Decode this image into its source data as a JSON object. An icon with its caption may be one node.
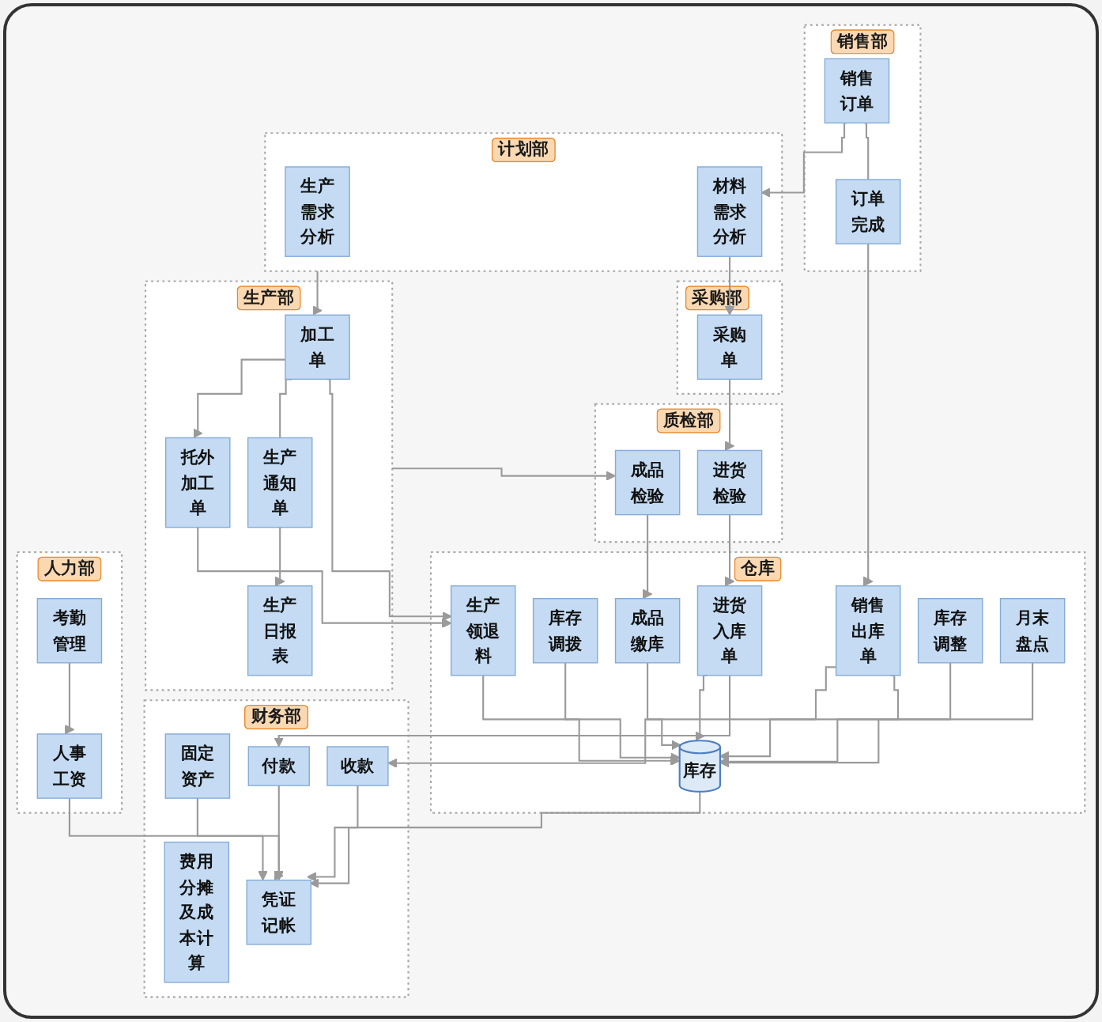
{
  "diagram": {
    "nodes": [
      {
        "text": [
          "销售部"
        ]
      },
      {
        "text": [
          "销售订单"
        ],
        "in": 0
      },
      {
        "text": [
          "订单完成"
        ],
        "in": 0
      },
      {
        "text": [
          "计划部"
        ]
      },
      {
        "text": [
          "材料需求分析"
        ],
        "in": 3
      },
      {
        "text": [
          "生产需求分析"
        ],
        "in": 3
      },
      {
        "text": [
          "采购部"
        ]
      },
      {
        "text": [
          "采购单"
        ],
        "in": 6
      },
      {
        "text": [
          "生产部"
        ]
      },
      {
        "text": [
          "加工单"
        ],
        "in": 8
      },
      {
        "text": [
          "生产通知单"
        ],
        "in": 8
      },
      {
        "text": [
          "托外加工单"
        ],
        "in": 8
      },
      {
        "text": [
          "生产日报表"
        ],
        "in": 8
      },
      {
        "text": [
          "质检部"
        ]
      },
      {
        "text": [
          "成品检验"
        ],
        "in": 13
      },
      {
        "text": [
          "进货检验"
        ],
        "in": 13
      },
      {
        "text": [
          "仓库"
        ]
      },
      {
        "text": [
          "库存调拨"
        ],
        "in": 16
      },
      {
        "text": [
          "生产领退料"
        ],
        "in": 16
      },
      {
        "text": [
          "成品缴库"
        ],
        "in": 16
      },
      {
        "text": [
          "销售出库单"
        ],
        "in": 16
      },
      {
        "text": [
          "库存"
        ],
        "in": 16
      },
      {
        "text": [
          "进货入库单"
        ],
        "in": 16
      },
      {
        "text": [
          "库存调整"
        ],
        "in": 16
      },
      {
        "text": [
          "月末盘点"
        ],
        "in": 16
      },
      {
        "text": [
          "财务部"
        ]
      },
      {
        "text": [
          "费用分摊及成本计算"
        ],
        "in": 25
      },
      {
        "text": [
          "固定资产"
        ],
        "in": 25
      },
      {
        "text": [
          "收款"
        ],
        "in": 25
      },
      {
        "text": [
          "凭证记帐"
        ],
        "in": 25
      },
      {
        "text": [
          "付款"
        ],
        "in": 25
      },
      {
        "text": [
          "人力部"
        ]
      },
      {
        "text": [
          "考勤管理"
        ],
        "in": 31
      },
      {
        "text": [
          "人事工资"
        ],
        "in": 31
      }
    ],
    "edges": [
      {
        "from": 1,
        "to": 4,
        "arrow": "to"
      },
      {
        "from": 1,
        "to": 2,
        "arrow": "none"
      },
      {
        "from": 2,
        "to": 20,
        "arrow": "to"
      },
      {
        "from": 4,
        "to": 7,
        "arrow": "to"
      },
      {
        "from": 3,
        "to": 9,
        "arrow": "to"
      },
      {
        "from": 9,
        "to": 11,
        "arrow": "to"
      },
      {
        "from": 9,
        "to": 10,
        "arrow": "none"
      },
      {
        "from": 10,
        "to": 12,
        "arrow": "to"
      },
      {
        "from": 9,
        "to": 18,
        "arrow": "to"
      },
      {
        "from": 11,
        "to": 18,
        "arrow": "to"
      },
      {
        "from": 8,
        "to": 14,
        "arrow": "to"
      },
      {
        "from": 7,
        "to": 15,
        "arrow": "to"
      },
      {
        "from": 14,
        "to": 19,
        "arrow": "to"
      },
      {
        "from": 15,
        "to": 22,
        "arrow": "to"
      },
      {
        "from": 18,
        "to": 21,
        "arrow": "to"
      },
      {
        "from": 17,
        "to": 21,
        "arrow": "to"
      },
      {
        "from": 20,
        "to": 21,
        "arrow": "to"
      },
      {
        "from": 23,
        "to": 21,
        "arrow": "to"
      },
      {
        "from": 19,
        "to": 21,
        "arrow": "to"
      },
      {
        "from": 22,
        "to": 21,
        "arrow": "to"
      },
      {
        "from": 24,
        "to": 21,
        "arrow": "to"
      },
      {
        "from": 20,
        "to": 28,
        "arrow": "to"
      },
      {
        "from": 21,
        "to": 29,
        "arrow": "to"
      },
      {
        "from": 27,
        "to": 29,
        "arrow": "to"
      },
      {
        "from": 22,
        "to": 30,
        "arrow": "to"
      },
      {
        "from": 28,
        "to": 29,
        "arrow": "to"
      },
      {
        "from": 30,
        "to": 29,
        "arrow": "to"
      },
      {
        "from": 33,
        "to": 29,
        "arrow": "to"
      },
      {
        "from": 32,
        "to": 33,
        "arrow": "to"
      }
    ]
  }
}
